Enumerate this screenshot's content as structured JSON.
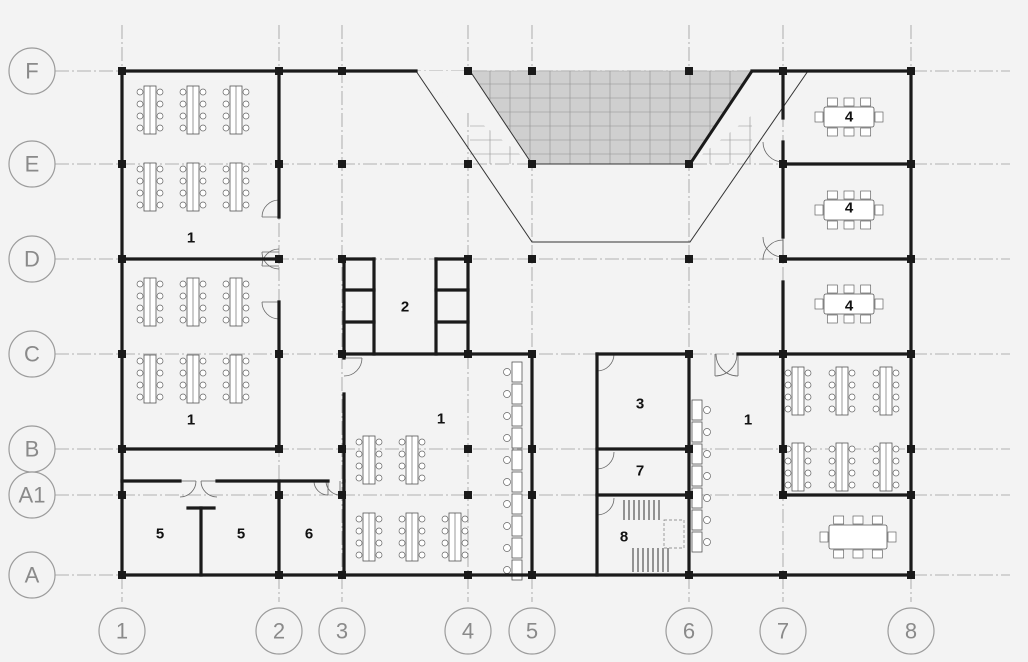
{
  "grid_axes": {
    "rows": [
      {
        "label": "F"
      },
      {
        "label": "E"
      },
      {
        "label": "D"
      },
      {
        "label": "C"
      },
      {
        "label": "B"
      },
      {
        "label": "A1"
      },
      {
        "label": "A"
      }
    ],
    "columns": [
      {
        "label": "1"
      },
      {
        "label": "2"
      },
      {
        "label": "3"
      },
      {
        "label": "4"
      },
      {
        "label": "5"
      },
      {
        "label": "6"
      },
      {
        "label": "7"
      },
      {
        "label": "8"
      }
    ]
  },
  "room_labels": [
    {
      "label": "1"
    },
    {
      "label": "1"
    },
    {
      "label": "2"
    },
    {
      "label": "1"
    },
    {
      "label": "3"
    },
    {
      "label": "1"
    },
    {
      "label": "7"
    },
    {
      "label": "8"
    },
    {
      "label": "4"
    },
    {
      "label": "4"
    },
    {
      "label": "4"
    },
    {
      "label": "5"
    },
    {
      "label": "5"
    },
    {
      "label": "6"
    }
  ]
}
